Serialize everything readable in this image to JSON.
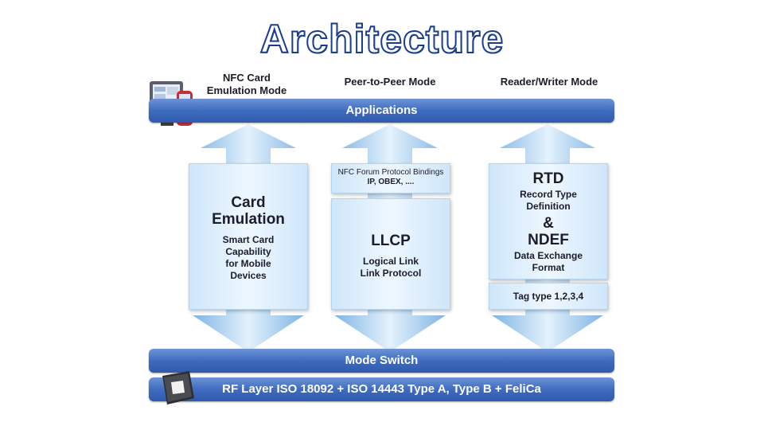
{
  "title": "Architecture",
  "modes": {
    "card_emulation": "NFC Card Emulation Mode",
    "peer_to_peer": "Peer-to-Peer Mode",
    "reader_writer": "Reader/Writer Mode"
  },
  "bars": {
    "applications": "Applications",
    "mode_switch": "Mode Switch",
    "rf_layer": "RF Layer ISO 18092 + ISO 14443 Type A, Type B + FeliCa"
  },
  "card_box": {
    "title_line1": "Card",
    "title_line2": "Emulation",
    "desc_line1": "Smart Card",
    "desc_line2": "Capability",
    "desc_line3": "for Mobile",
    "desc_line4": "Devices"
  },
  "p2p_box": {
    "bindings_line1": "NFC Forum Protocol Bindings",
    "bindings_line2": "IP, OBEX, ....",
    "title": "LLCP",
    "desc_line1": "Logical Link",
    "desc_line2": "Link Protocol"
  },
  "rw_box": {
    "rtd": "RTD",
    "rtd_desc_line1": "Record Type",
    "rtd_desc_line2": "Definition",
    "amp": "&",
    "ndef": "NDEF",
    "ndef_desc_line1": "Data Exchange",
    "ndef_desc_line2": "Format",
    "tag_type": "Tag type 1,2,3,4"
  },
  "colors": {
    "title_stroke": "#1a3d8f",
    "bar_blue": "#3f6cc0",
    "arrow_light": "#d6ebfb",
    "arrow_mid": "#7fb4e3"
  }
}
